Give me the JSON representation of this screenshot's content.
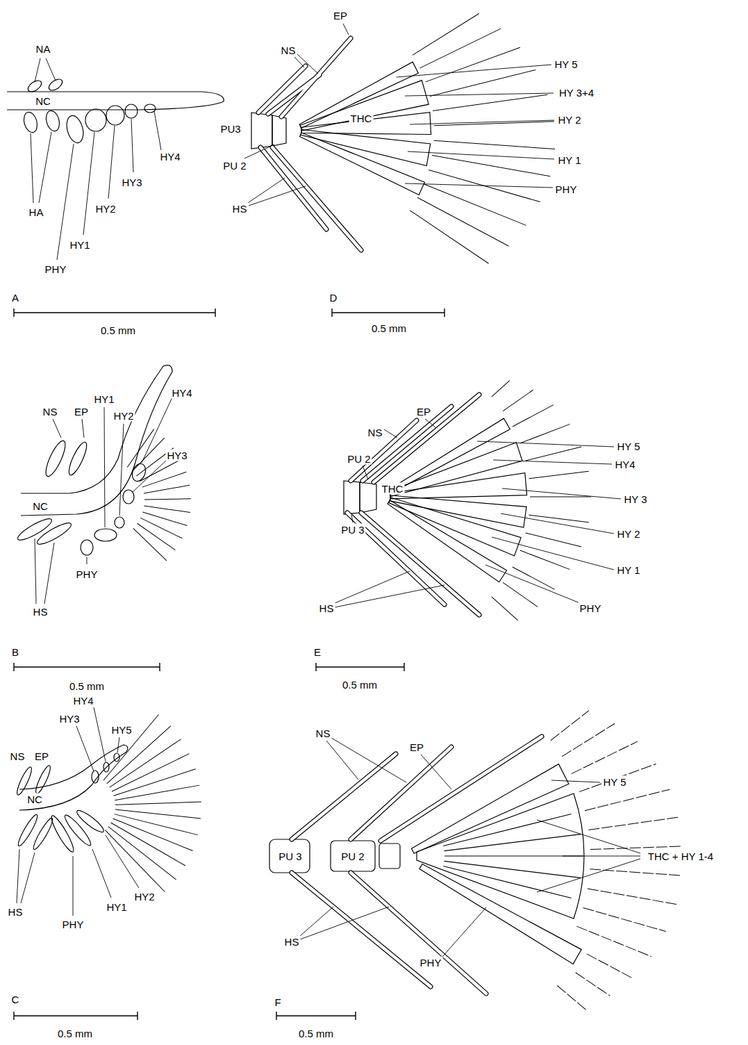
{
  "diagram": {
    "labels": [
      "NA",
      "NC",
      "HY4",
      "HY3",
      "HY2",
      "HA",
      "HY1",
      "PHY",
      "A",
      "0.5 mm",
      "EP",
      "NS",
      "HY 5",
      "HY 3+4",
      "PU3",
      "THC",
      "HY 2",
      "HY 1",
      "PU 2",
      "PHY",
      "HS",
      "D",
      "0.5 mm",
      "NS",
      "EP",
      "HY1",
      "HY2",
      "HY4",
      "HY3",
      "NC",
      "PHY",
      "HS",
      "B",
      "0.5 mm",
      "EP",
      "NS",
      "HY 5",
      "HY4",
      "PU 2",
      "THC",
      "HY 3",
      "PU 3",
      "HY 2",
      "HY 1",
      "PHY",
      "HS",
      "E",
      "0.5 mm",
      "HY4",
      "HY3",
      "HY5",
      "NS",
      "EP",
      "NC",
      "HS",
      "HY2",
      "HY1",
      "PHY",
      "C",
      "0.5 mm",
      "NS",
      "EP",
      "HY 5",
      "THC + HY 1-4",
      "PU 3",
      "PU 2",
      "HS",
      "PHY",
      "F",
      "0.5 mm"
    ]
  }
}
